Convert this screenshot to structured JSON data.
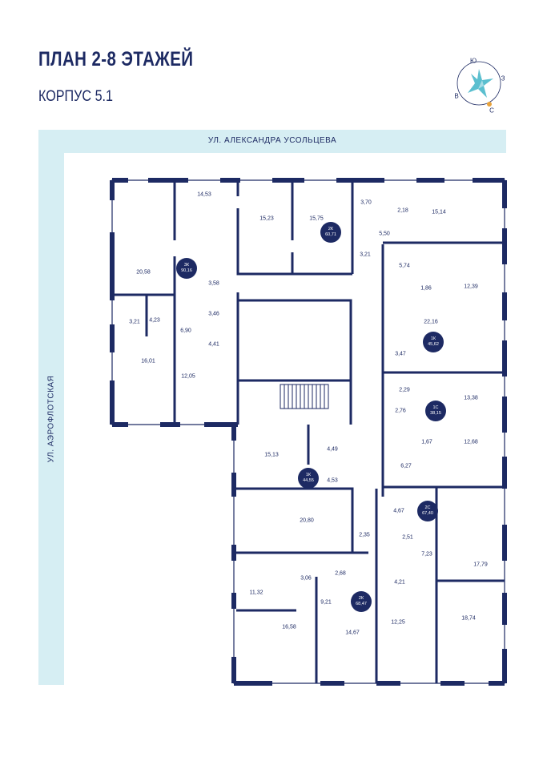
{
  "header": {
    "title": "ПЛАН 2-8 ЭТАЖЕЙ",
    "subtitle": "КОРПУС 5.1"
  },
  "streets": {
    "top": "УЛ. АЛЕКСАНДРА УСОЛЬЦЕВА",
    "left": "УЛ. АЭРОФЛОТСКАЯ"
  },
  "compass": {
    "north": "С",
    "south": "Ю",
    "east": "В",
    "west": "З"
  },
  "colors": {
    "walls": "#1d2a63",
    "street": "#d6eef3",
    "compass_star": "#5bbfcf",
    "compass_marker": "#e8a33c"
  },
  "apartments": [
    {
      "type": "3К",
      "area": "90,16"
    },
    {
      "type": "2К",
      "area": "60,71"
    },
    {
      "type": "1К",
      "area": "45,62"
    },
    {
      "type": "1С",
      "area": "38,15"
    },
    {
      "type": "1К",
      "area": "44,55"
    },
    {
      "type": "2С",
      "area": "67,40"
    },
    {
      "type": "2К",
      "area": "68,47"
    }
  ],
  "rooms": [
    "14,53",
    "15,23",
    "15,75",
    "3,70",
    "20,58",
    "3,21",
    "3,58",
    "3,46",
    "3,21",
    "4,23",
    "6,90",
    "4,41",
    "16,01",
    "12,05",
    "2,18",
    "15,14",
    "5,50",
    "5,74",
    "1,86",
    "12,39",
    "22,16",
    "3,47",
    "2,29",
    "13,38",
    "2,76",
    "1,67",
    "12,68",
    "6,27",
    "15,13",
    "4,49",
    "4,53",
    "4,67",
    "20,80",
    "2,35",
    "2,51",
    "7,23",
    "17,79",
    "3,06",
    "2,68",
    "11,32",
    "4,21",
    "9,21",
    "12,25",
    "18,74",
    "16,58",
    "14,67"
  ]
}
